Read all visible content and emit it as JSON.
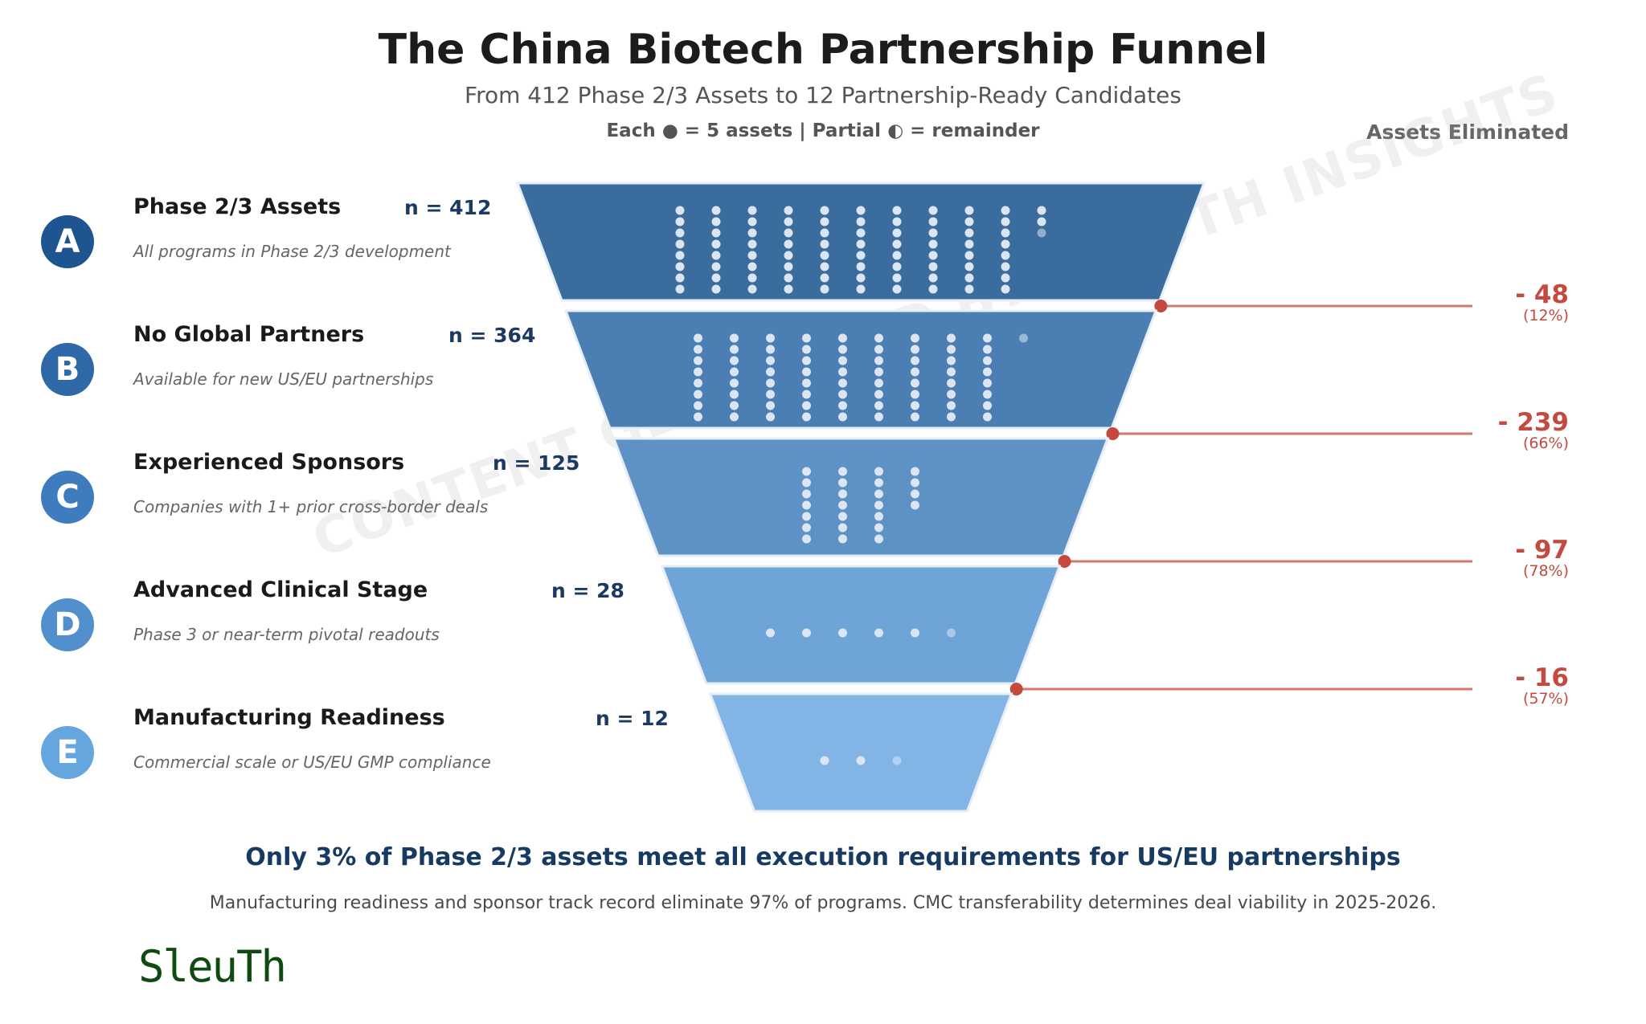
{
  "title": "The China Biotech Partnership Funnel",
  "subtitle": "From 412 Phase 2/3 Assets to 12 Partnership-Ready Candidates",
  "legend_note": "Each ● = 5 assets  |  Partial ◐ = remainder",
  "eliminated_header": "Assets Eliminated",
  "watermark": "CONTENT GENERATED BY SLEUTH INSIGHTS",
  "takeaway": "Only 3% of Phase 2/3 assets meet all execution requirements for US/EU partnerships",
  "footnote": "Manufacturing readiness and sponsor track record eliminate 97% of programs. CMC transferability determines deal viability in 2025-2026.",
  "logo_text": "SleuTh",
  "colors": {
    "stage_a": "#3a6c9e",
    "stage_b": "#4b7fb4",
    "stage_c": "#5e92c5",
    "stage_d": "#6fa4d8",
    "stage_e": "#82b5e6",
    "circle_a": "#1e5590",
    "circle_b": "#2e68a6",
    "circle_c": "#3f7cbe",
    "circle_d": "#528fcd",
    "circle_e": "#66a6df",
    "elimination": "#c44a40",
    "dot": "#dbe6f2"
  },
  "chart_data": {
    "type": "funnel",
    "unit_per_dot": 5,
    "stages": [
      {
        "letter": "A",
        "name": "Phase 2/3 Assets",
        "n_label": "n = 412",
        "value": 412,
        "description": "All programs in Phase 2/3 development"
      },
      {
        "letter": "B",
        "name": "No Global Partners",
        "n_label": "n = 364",
        "value": 364,
        "description": "Available for new US/EU partnerships"
      },
      {
        "letter": "C",
        "name": "Experienced Sponsors",
        "n_label": "n = 125",
        "value": 125,
        "description": "Companies with 1+ prior cross-border deals"
      },
      {
        "letter": "D",
        "name": "Advanced Clinical Stage",
        "n_label": "n = 28",
        "value": 28,
        "description": "Phase 3 or near-term pivotal readouts"
      },
      {
        "letter": "E",
        "name": "Manufacturing Readiness",
        "n_label": "n = 12",
        "value": 12,
        "description": "Commercial scale or US/EU GMP compliance"
      }
    ],
    "eliminations": [
      {
        "label": "- 48",
        "value": 48,
        "pct_label": "(12%)",
        "pct": 12
      },
      {
        "label": "- 239",
        "value": 239,
        "pct_label": "(66%)",
        "pct": 66
      },
      {
        "label": "- 97",
        "value": 97,
        "pct_label": "(78%)",
        "pct": 78
      },
      {
        "label": "- 16",
        "value": 16,
        "pct_label": "(57%)",
        "pct": 57
      }
    ]
  }
}
